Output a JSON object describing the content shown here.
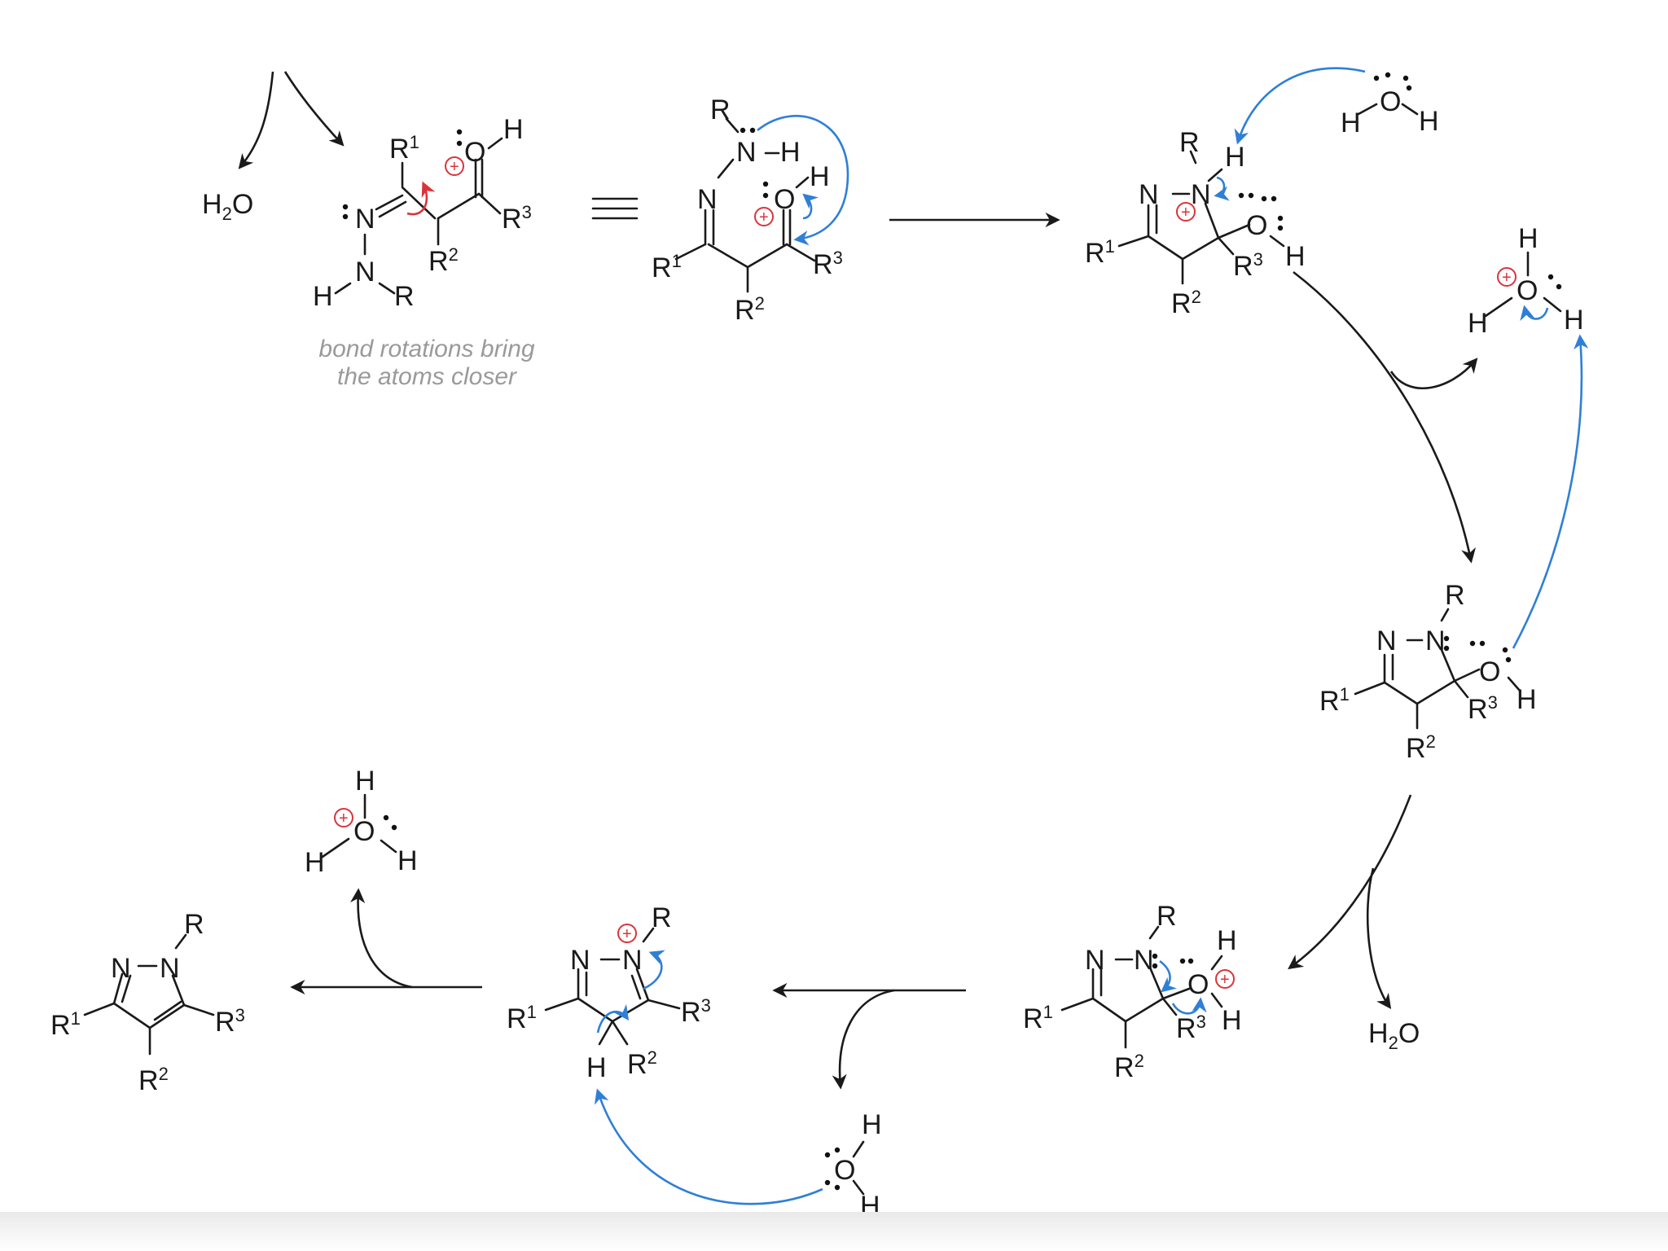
{
  "colors": {
    "background": "#ffffff",
    "ink": "#1a1a1a",
    "electron_flow_arrow": "#2f7fd6",
    "curved_arrow_red": "#d9343a",
    "formal_charge": "#d9343a",
    "caption_gray": "#9a9a9a"
  },
  "labels": {
    "R": "R",
    "R1": "R",
    "R2": "R",
    "R3": "R",
    "sup1": "1",
    "sup2": "2",
    "sup3": "3",
    "N": "N",
    "O": "O",
    "H": "H",
    "H2": "H",
    "sub2": "2",
    "plus": "+",
    "equiv": "≡"
  },
  "caption": {
    "line1": "bond rotations bring",
    "line2": "the atoms closer"
  },
  "byproducts": {
    "water_top": "H2O",
    "water_right": "H2O"
  }
}
